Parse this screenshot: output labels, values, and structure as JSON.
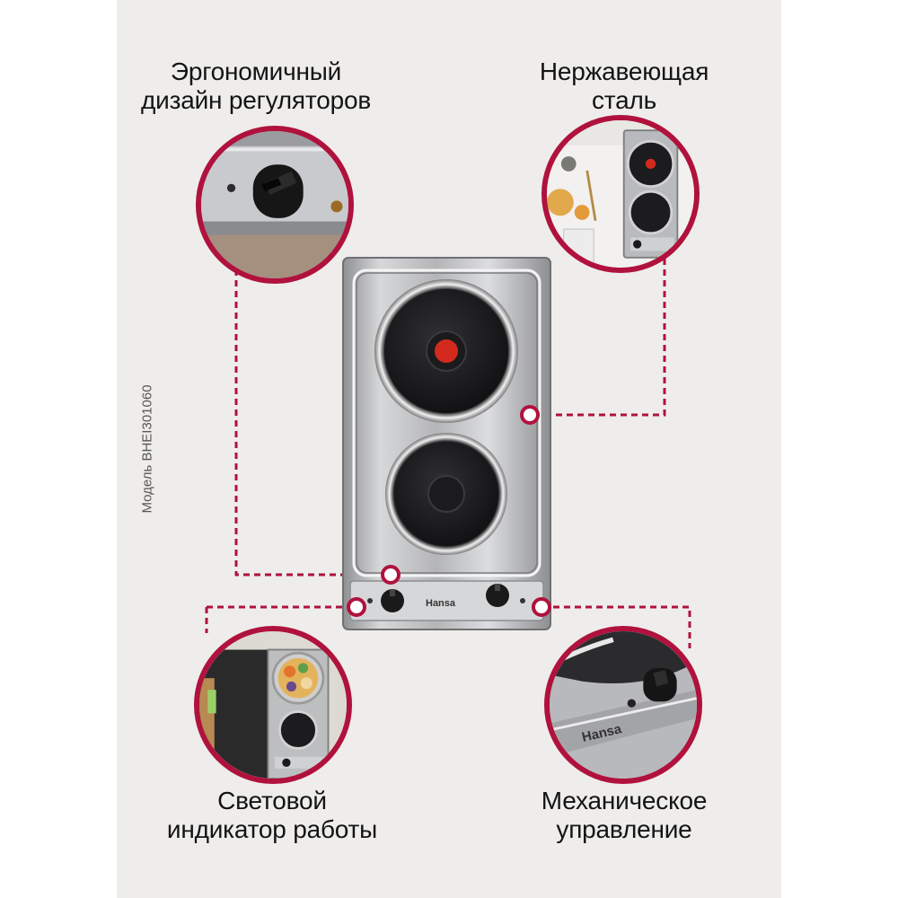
{
  "model": "Модель BHEI301060",
  "features": [
    {
      "id": "ergonomic",
      "line1": "Эргономичный",
      "line2": "дизайн регуляторов"
    },
    {
      "id": "steel",
      "line1": "Нержавеющая",
      "line2": "сталь"
    },
    {
      "id": "indicator",
      "line1": "Световой",
      "line2": "индикатор работы"
    },
    {
      "id": "mechanical",
      "line1": "Механическое",
      "line2": "управление"
    }
  ],
  "brand": "Hansa",
  "colors": {
    "accent": "#b0123d",
    "panel": "#eeedeb",
    "steel": "#c4c4c4",
    "burner": "#1c1c1e",
    "hot_center": "#d42a1e"
  },
  "icons": [
    "knob-icon",
    "hansa-logo-icon"
  ]
}
